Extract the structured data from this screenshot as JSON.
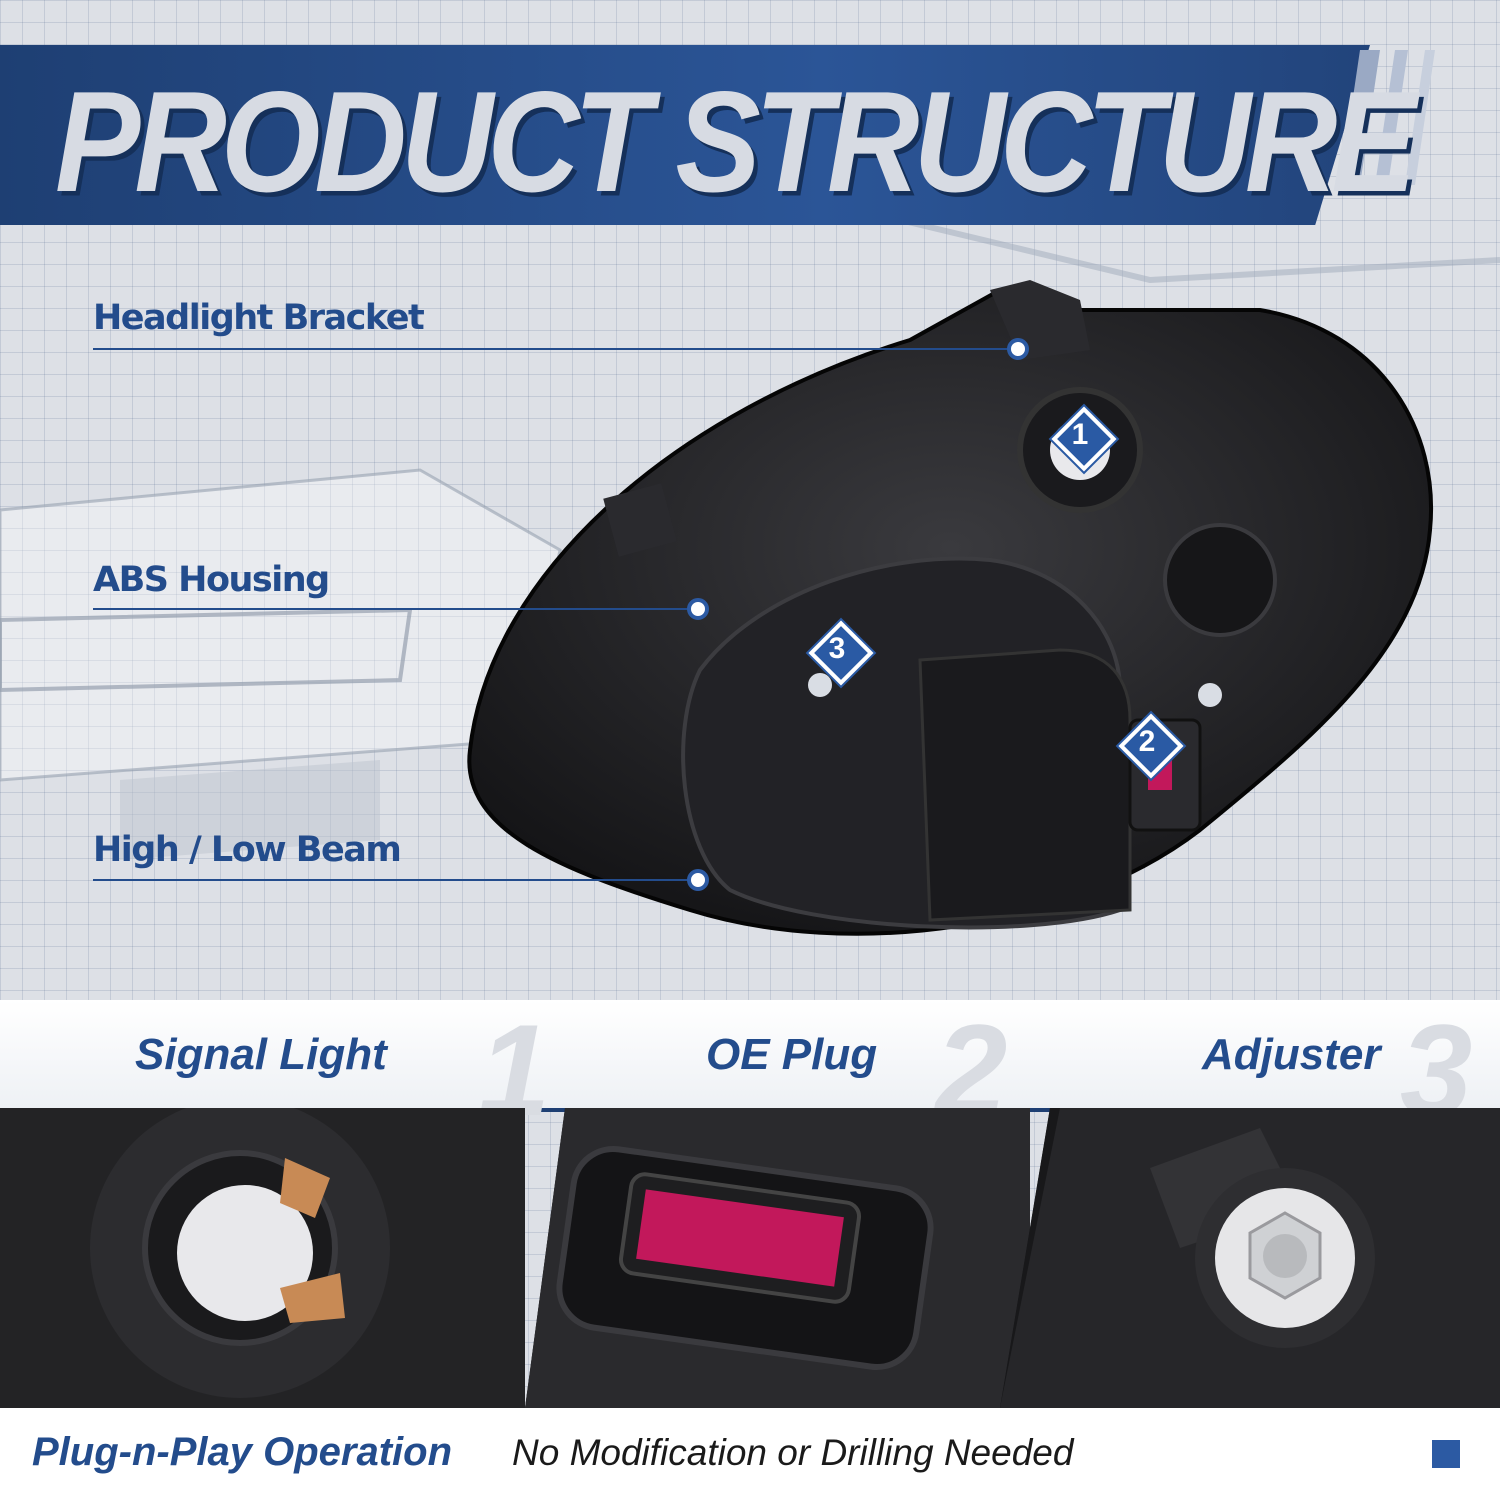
{
  "header": {
    "title": "PRODUCT STRUCTURE"
  },
  "callouts": [
    {
      "label": "Headlight Bracket"
    },
    {
      "label": "ABS Housing"
    },
    {
      "label": "High / Low Beam"
    }
  ],
  "badges": [
    "1",
    "2",
    "3"
  ],
  "features": [
    {
      "label": "Signal Light",
      "number": "1"
    },
    {
      "label": "OE Plug",
      "number": "2"
    },
    {
      "label": "Adjuster",
      "number": "3"
    }
  ],
  "footer": {
    "bold": "Plug-n-Play Operation",
    "rest": "No Modification or Drilling Needed"
  },
  "colors": {
    "brand_blue": "#234c8c",
    "banner_blue": "#2b5597",
    "housing": "#1c1c1e",
    "connector_pink": "#c2185b"
  }
}
